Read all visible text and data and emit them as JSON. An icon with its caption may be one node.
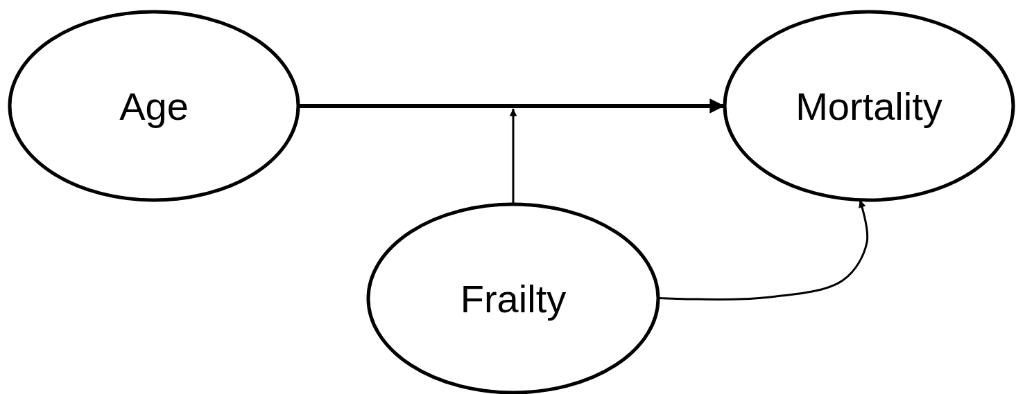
{
  "diagram": {
    "nodes": [
      {
        "text": [
          "Age"
        ]
      },
      {
        "text": [
          "Mortality"
        ]
      },
      {
        "text": [
          "Frailty"
        ]
      }
    ],
    "edges": [
      {
        "from": 0,
        "to": 1,
        "arrow": "to",
        "style": "thick"
      },
      {
        "from": 2,
        "to": null,
        "arrow": "to"
      },
      {
        "from": 2,
        "to": 1,
        "arrow": "to"
      }
    ]
  }
}
